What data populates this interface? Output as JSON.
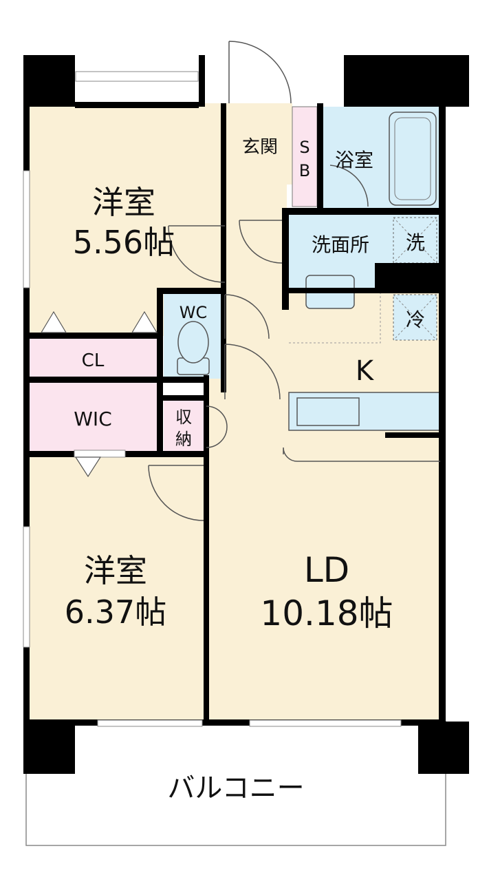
{
  "rooms": {
    "western_room_1": {
      "name": "洋室",
      "size": "5.56帖"
    },
    "western_room_2": {
      "name": "洋室",
      "size": "6.37帖"
    },
    "ld": {
      "name": "LD",
      "size": "10.18帖"
    },
    "kitchen": {
      "name": "K"
    },
    "entrance": {
      "name": "玄関"
    },
    "shoe_box": {
      "line1": "S",
      "line2": "B"
    },
    "bathroom": {
      "name": "浴室"
    },
    "washroom": {
      "name": "洗面所"
    },
    "washer": {
      "name": "洗"
    },
    "fridge": {
      "name": "冷"
    },
    "toilet": {
      "name": "WC"
    },
    "closet": {
      "name": "CL"
    },
    "walk_in_closet": {
      "name": "WIC"
    },
    "storage": {
      "line1": "収",
      "line2": "納"
    },
    "balcony": {
      "name": "バルコニー"
    }
  },
  "colors": {
    "room_floor": "#faf0d6",
    "wet_area": "#d6eef8",
    "closet": "#fbe4ee",
    "wall": "#000000",
    "balcony": "#ffffff"
  }
}
